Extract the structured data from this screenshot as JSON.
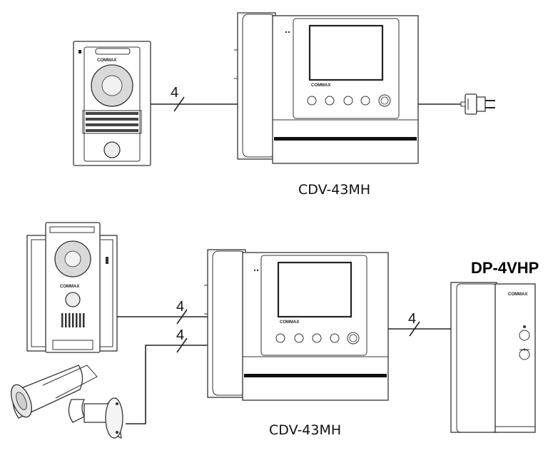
{
  "top_monitor_label": "CDV-43MH",
  "bottom_monitor_label": "CDV-43MH",
  "handset_label": "DP-4VHP",
  "brand_mark": "COMMAX",
  "wires": {
    "top_door_to_monitor": "4",
    "bottom_door_to_monitor": "4",
    "bottom_camera_to_monitor": "4",
    "bottom_monitor_to_handset": "4"
  }
}
